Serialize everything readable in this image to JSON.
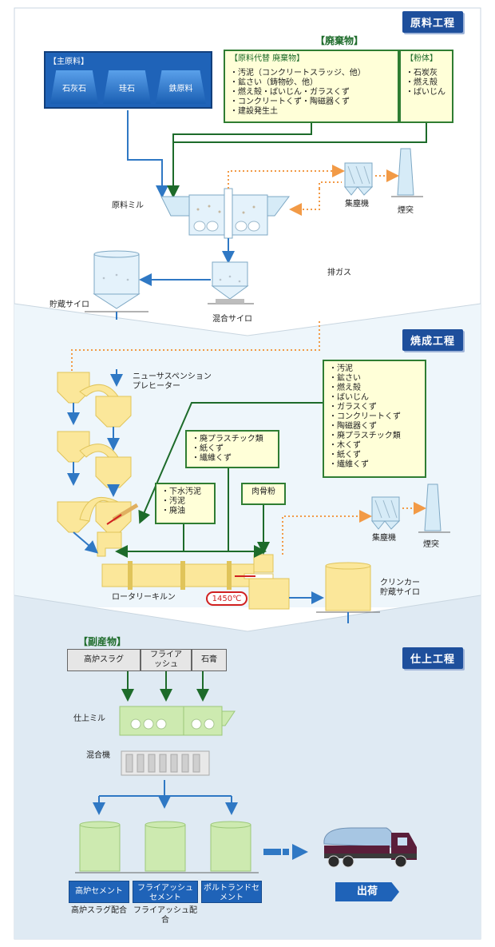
{
  "stages": {
    "raw": "原料工程",
    "burn": "焼成工程",
    "finish": "仕上工程"
  },
  "raw": {
    "main_title": "【主原料】",
    "main_items": [
      "石灰石",
      "珪石",
      "鉄原料"
    ],
    "waste_title": "【廃棄物】",
    "sub_title": "【原料代替 廃棄物】",
    "sub_items": [
      "汚泥（コンクリートスラッジ、他）",
      "鉱さい（鋳物砂、他）",
      "燃え殻・ばいじん・ガラスくず",
      "コンクリートくず・陶磁器くず",
      "建設発生土"
    ],
    "powder_title": "【粉体】",
    "powder_items": [
      "石炭灰",
      "燃え殻",
      "ばいじん"
    ],
    "mill": "原料ミル",
    "collector": "集塵機",
    "chimney": "煙突",
    "storage_silo": "貯蔵サイロ",
    "mix_silo": "混合サイロ",
    "exhaust": "排ガス"
  },
  "burn": {
    "preheater": [
      "ニューサスペンション",
      "プレヒーター"
    ],
    "fuel_items": [
      "汚泥",
      "鉱さい",
      "燃え殻",
      "ばいじん",
      "ガラスくず",
      "コンクリートくず",
      "陶磁器くず",
      "廃プラスチック類",
      "木くず",
      "紙くず",
      "繊維くず"
    ],
    "plastic_items": [
      "廃プラスチック類",
      "紙くず",
      "繊維くず"
    ],
    "sewage_items": [
      "下水汚泥",
      "汚泥",
      "廃油"
    ],
    "bone": "肉骨粉",
    "kiln": "ロータリーキルン",
    "temp": "1450℃",
    "collector": "集塵機",
    "chimney": "煙突",
    "clinker": [
      "クリンカー",
      "貯蔵サイロ"
    ]
  },
  "finish": {
    "by_title": "【副産物】",
    "by_items": [
      "高炉スラグ",
      "フライアッシュ",
      "石膏"
    ],
    "mill": "仕上ミル",
    "mixer": "混合機",
    "products": [
      {
        "name": "高炉セメント",
        "sub": "高炉スラグ配合"
      },
      {
        "name": "フライアッシュセメント",
        "sub": "フライアッシュ配合"
      },
      {
        "name": "ポルトランドセメント",
        "sub": ""
      }
    ],
    "ship": "出荷"
  },
  "colors": {
    "blue_arrow": "#2f78c4",
    "green_arrow": "#1d6b2a",
    "orange_dot": "#f29a46",
    "yellow_equip": "#fbe79a",
    "green_silo": "#cdeab0",
    "bg_burn": "#eef6fb",
    "bg_finish": "#dde9f2"
  }
}
